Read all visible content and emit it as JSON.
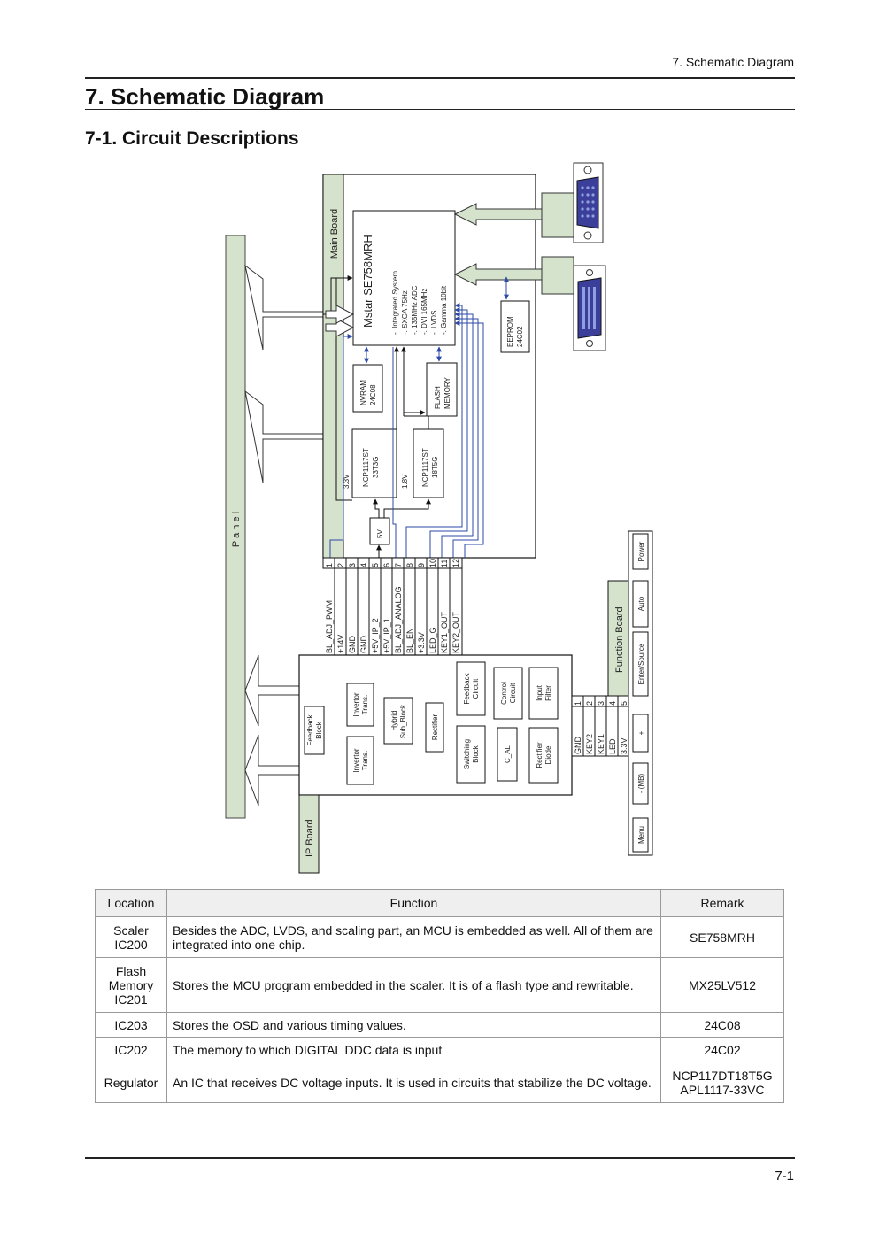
{
  "page": {
    "running_header": "7. Schematic Diagram",
    "title": "7. Schematic Diagram",
    "subtitle": "7-1. Circuit Descriptions",
    "page_number": "7-1"
  },
  "colors": {
    "board_fill": "#d6e3cc",
    "signal_line": "#2c4aa8",
    "connector": "#2f3a8c"
  },
  "diagram": {
    "panel_label": "P a n e l",
    "main_board_label": "Main Board",
    "ip_board_label": "IP Board",
    "function_board_label": "Function Board",
    "scaler_name": "Mstar   SE758MRH",
    "scaler_features": [
      "-. Integrated System",
      "-. SXGA 75Hz",
      "-. 135MHz ADC",
      "-. DVI 165MHz",
      "-. LVDS",
      "-. Gamma 10bit"
    ],
    "eeprom": [
      "EEPROM",
      "24C02"
    ],
    "nvram": [
      "NVRAM",
      "24C08"
    ],
    "flash": [
      "FLASH",
      "MEMORY"
    ],
    "reg1": [
      "NCP1117ST",
      "33T3G"
    ],
    "reg2": [
      "NCP1117ST",
      "18T5G"
    ],
    "label_33v": "3.3V",
    "label_18v": "1.8V",
    "label_5v": "5V",
    "pin_numbers": [
      "1",
      "2",
      "3",
      "4",
      "5",
      "6",
      "7",
      "8",
      "9",
      "10",
      "11",
      "12"
    ],
    "pin_names": [
      "BL_ADJ_PWM",
      "+14V",
      "GND",
      "GND",
      "+5V_IP_2",
      "+5V_IP_1",
      "BL_ADJ_ANALOG",
      "BL_EN",
      "+3.3V",
      "LED_G",
      "KEY1_OUT",
      "KEY2_OUT"
    ],
    "ip_blocks": {
      "feedback_block": [
        "Feedback",
        "Block"
      ],
      "invertor_trans_1": [
        "Invertor",
        "Trans."
      ],
      "invertor_trans_2": [
        "Invertor",
        "Trans."
      ],
      "hybrid": [
        "Hybrid",
        "Sub_Block."
      ],
      "rectifier": [
        "Rectifier"
      ],
      "feedback_circuit": [
        "Feedback",
        "Circuit"
      ],
      "control_circuit": [
        "Control",
        "Circuit"
      ],
      "input_filter": [
        "Input",
        "Filter"
      ],
      "switching_block": [
        "Switching",
        "Block"
      ],
      "c_al": [
        "C_AL"
      ],
      "rectifier_diode": [
        "Rectifier",
        "Diode"
      ]
    },
    "fb_connector_numbers": [
      "1",
      "2",
      "3",
      "4",
      "5"
    ],
    "fb_connector_names": [
      "GND",
      "KEY2",
      "KEY1",
      "LED",
      "3.3V"
    ],
    "buttons": [
      "Power",
      "Auto",
      "Enter/Source",
      "+",
      "- (MB)",
      "Menu"
    ]
  },
  "table": {
    "headers": [
      "Location",
      "Function",
      "Remark"
    ],
    "rows": [
      {
        "location": [
          "Scaler",
          "IC200"
        ],
        "function": "Besides the ADC, LVDS, and scaling part, an MCU is embedded as well. All of them are integrated into one chip.",
        "remark": [
          "SE758MRH"
        ]
      },
      {
        "location": [
          "Flash",
          "Memory",
          "IC201"
        ],
        "function": "Stores the MCU program embedded in the scaler. It is of a flash type and rewritable.",
        "remark": [
          "MX25LV512"
        ]
      },
      {
        "location": [
          "IC203"
        ],
        "function": "Stores the OSD and various timing values.",
        "remark": [
          "24C08"
        ]
      },
      {
        "location": [
          "IC202"
        ],
        "function": "The memory to which DIGITAL DDC data is input",
        "remark": [
          "24C02"
        ]
      },
      {
        "location": [
          "Regulator"
        ],
        "function": "An IC that receives DC voltage inputs. It is used in circuits that stabilize the DC voltage.",
        "remark": [
          "NCP117DT18T5G",
          "APL1117-33VC"
        ]
      }
    ]
  }
}
